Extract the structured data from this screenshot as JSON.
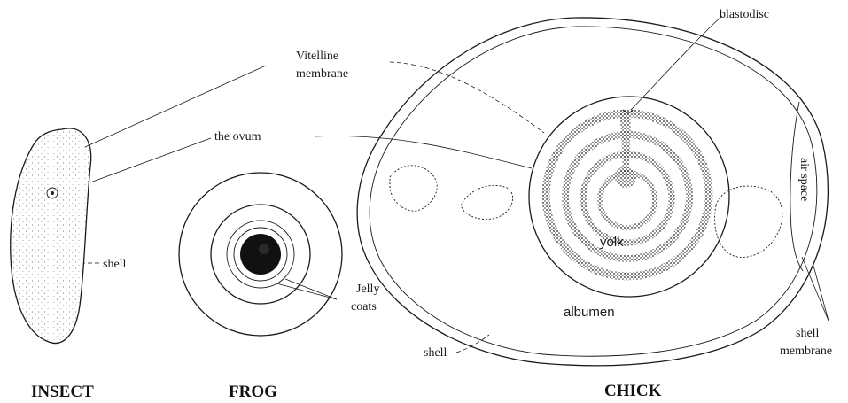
{
  "titles": {
    "insect": "INSECT",
    "frog": "FROG",
    "chick": "CHICK"
  },
  "labels": {
    "vitelline_line1": "Vitelline",
    "vitelline_line2": "membrane",
    "the_ovum": "the ovum",
    "insect_shell": "shell",
    "jelly_line1": "Jelly",
    "jelly_line2": "coats",
    "blastodisc": "blastodisc",
    "air_space": "air space",
    "yolk": "yolk",
    "albumen": "albumen",
    "chick_shell": "shell",
    "shell_membrane_line1": "shell",
    "shell_membrane_line2": "membrane"
  }
}
